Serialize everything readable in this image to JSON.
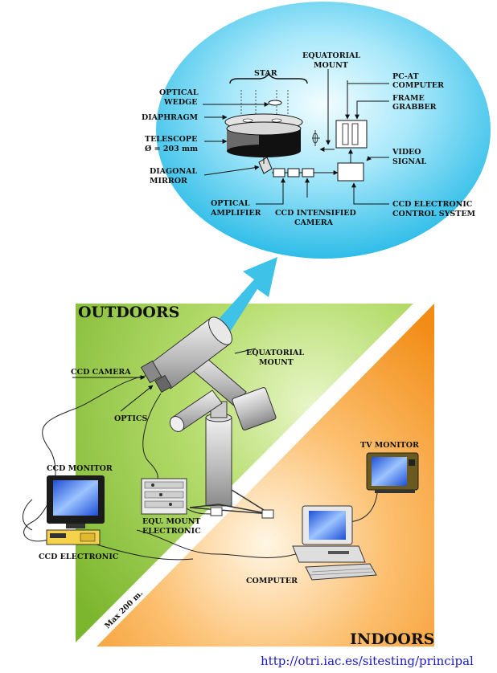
{
  "bubble": {
    "star": "STAR",
    "equatorial_mount": [
      "EQUATORIAL",
      "MOUNT"
    ],
    "pc_at_computer": [
      "PC-AT",
      "COMPUTER"
    ],
    "optical_wedge": [
      "OPTICAL",
      "WEDGE"
    ],
    "frame_grabber": [
      "FRAME",
      "GRABBER"
    ],
    "diaphragm": "DIAPHRAGM",
    "telescope": [
      "TELESCOPE",
      "Ø = 203 mm"
    ],
    "video_signal": [
      "VIDEO",
      "SIGNAL"
    ],
    "diagonal_mirror": [
      "DIAGONAL",
      "MIRROR"
    ],
    "optical_amplifier": [
      "OPTICAL",
      "AMPLIFIER"
    ],
    "ccd_intensified_camera": [
      "CCD INTENSIFIED",
      "CAMERA"
    ],
    "ccd_electronic_control": [
      "CCD ELECTRONIC",
      "CONTROL SYSTEM"
    ]
  },
  "scene": {
    "outdoors": "OUTDOORS",
    "indoors": "INDOORS",
    "ccd_camera": "CCD CAMERA",
    "equatorial_mount": [
      "EQUATORIAL",
      "MOUNT"
    ],
    "optics": "OPTICS",
    "ccd_monitor": "CCD MONITOR",
    "equ_mount_electronic": [
      "EQU. MOUNT",
      "ELECTRONIC"
    ],
    "ccd_electronic": "CCD ELECTRONIC",
    "tv_monitor": "TV MONITOR",
    "computer": "COMPUTER",
    "max_distance": "Max 200 m."
  },
  "footer": {
    "url": "http://otri.iac.es/sitesting/principal"
  },
  "colors": {
    "bubble_center": "#e8fbff",
    "bubble_edge": "#36c3ea",
    "outdoor_green": "#8cc63f",
    "indoor_orange": "#f7941d",
    "arrow_blue": "#3fc2e8",
    "url_blue": "#1a1acc"
  }
}
